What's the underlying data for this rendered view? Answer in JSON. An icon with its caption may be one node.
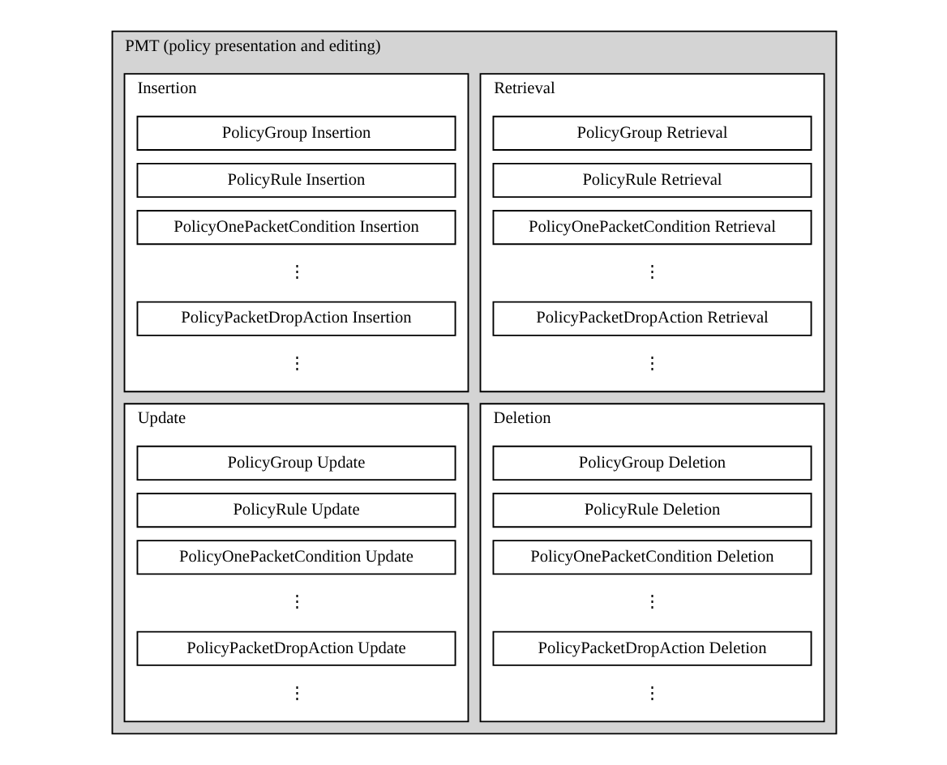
{
  "diagram": {
    "nodes": [
      {
        "text": [
          "PMT (policy presentation and editing)"
        ]
      },
      {
        "text": [
          "Retrieval"
        ],
        "in": 0
      },
      {
        "text": [
          "PolicyGroup Retrieval"
        ],
        "in": 1
      },
      {
        "text": [
          "PolicyRule Retrieval"
        ],
        "in": 1
      },
      {
        "text": [
          "PolicyOnePacketCondition Retrieval"
        ],
        "in": 1
      },
      {
        "text": [
          "PolicyPacketDropAction Retrieval"
        ],
        "in": 1
      },
      {
        "text": [
          "Insertion"
        ],
        "in": 0
      },
      {
        "text": [
          "PolicyGroup Insertion"
        ],
        "in": 6
      },
      {
        "text": [
          "PolicyRule Insertion"
        ],
        "in": 6
      },
      {
        "text": [
          "PolicyOnePacketCondition Insertion"
        ],
        "in": 6
      },
      {
        "text": [
          "PolicyPacketDropAction Insertion"
        ],
        "in": 6
      },
      {
        "text": [
          "Deletion"
        ],
        "in": 0
      },
      {
        "text": [
          "PolicyGroup Deletion"
        ],
        "in": 11
      },
      {
        "text": [
          "PolicyRule Deletion"
        ],
        "in": 11
      },
      {
        "text": [
          "PolicyOnePacketCondition Deletion"
        ],
        "in": 11
      },
      {
        "text": [
          "PolicyPacketDropAction Deletion"
        ],
        "in": 11
      },
      {
        "text": [
          "Update"
        ],
        "in": 0
      },
      {
        "text": [
          "PolicyGroup Update"
        ],
        "in": 16
      },
      {
        "text": [
          "PolicyRule Update"
        ],
        "in": 16
      },
      {
        "text": [
          "PolicyOnePacketCondition Update"
        ],
        "in": 16
      },
      {
        "text": [
          "PolicyPacketDropAction Update"
        ],
        "in": 16
      }
    ],
    "edges": [],
    "labels": [
      "⋮",
      "⋮",
      "⋮",
      "⋮",
      "⋮",
      "⋮",
      "⋮",
      "⋮"
    ]
  }
}
